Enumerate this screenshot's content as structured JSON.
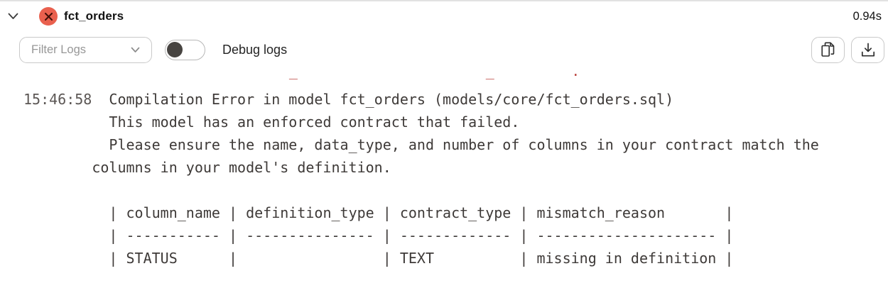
{
  "header": {
    "collapse_icon": "chevron-down",
    "status": "error",
    "model_name": "fct_orders",
    "duration": "0.94s"
  },
  "toolbar": {
    "filter_label": "Filter Logs",
    "filter_chevron_icon": "chevron-down",
    "debug_toggle_label": "Debug logs",
    "debug_enabled": false,
    "copy_icon": "copy",
    "download_icon": "download"
  },
  "log": {
    "clipped_red_fragment": "                     _                      _         .",
    "entry": {
      "timestamp": "15:46:58",
      "message": "  Compilation Error in model fct_orders (models/core/fct_orders.sql)\n  This model has an enforced contract that failed.\n  Please ensure the name, data_type, and number of columns in your contract match the columns in your model's definition.\n\n  | column_name | definition_type | contract_type | mismatch_reason       |\n  | ----------- | --------------- | ------------- | --------------------- |\n  | STATUS      |                 | TEXT          | missing in definition |"
    },
    "contract_table": {
      "columns": [
        "column_name",
        "definition_type",
        "contract_type",
        "mismatch_reason"
      ],
      "rows": [
        [
          "STATUS",
          "",
          "TEXT",
          "missing in definition"
        ]
      ]
    }
  },
  "colors": {
    "error_badge": "#e9604e",
    "error_badge_x": "#431008",
    "red_fragment": "#bf4f4a",
    "log_text": "#3e3a38",
    "timestamp_text": "#5c5755",
    "border": "#c9c9c9"
  }
}
